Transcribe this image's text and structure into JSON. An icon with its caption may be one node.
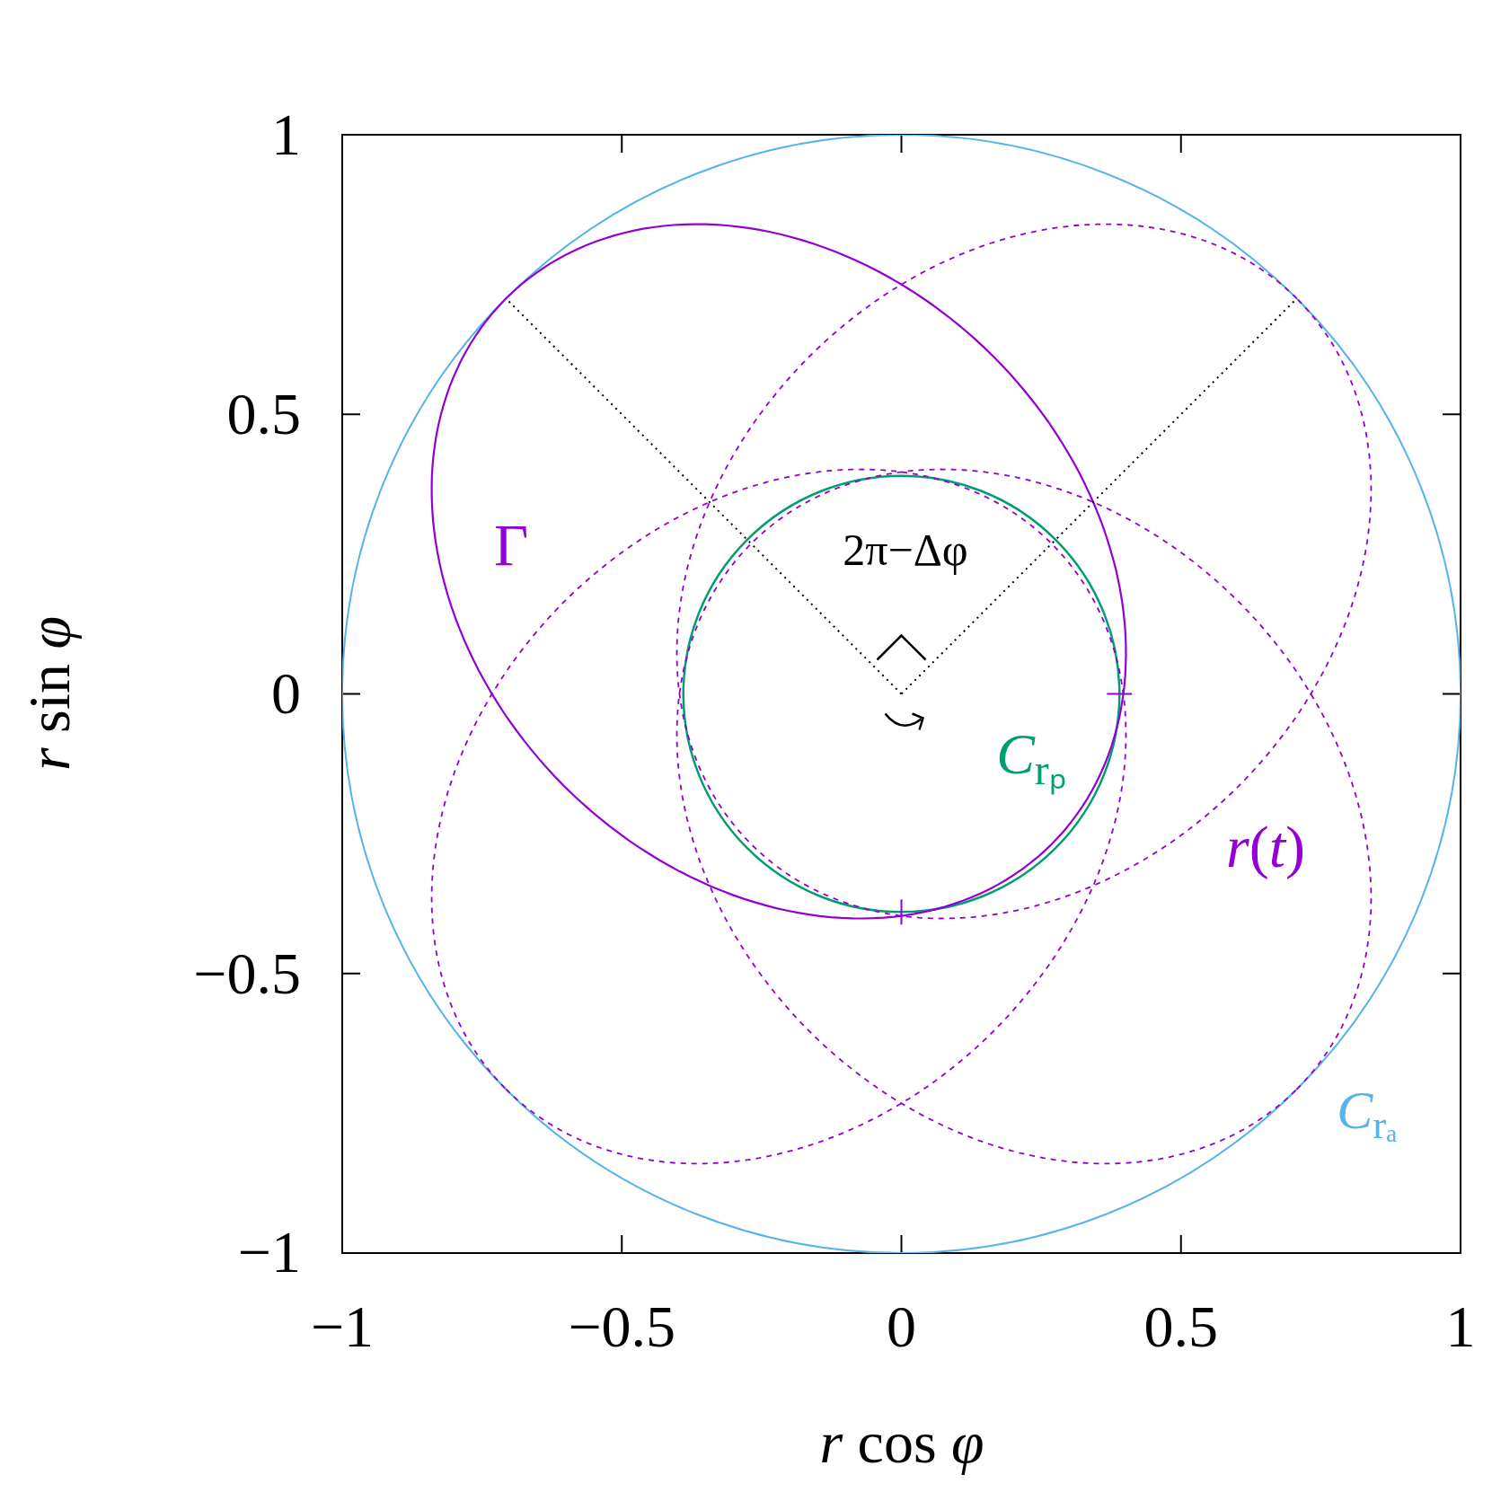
{
  "diagram": {
    "labels": [
      "1",
      "0.5",
      "0",
      "−0.5",
      "−1",
      "Γ",
      "2π−Δφ",
      "*r* sin *φ*",
      "*C*$_{rₚ}$",
      "*r*(*t*)",
      "*C*$_{rₐ}$",
      "−1",
      "−0.5",
      "0",
      "0.5",
      "1",
      "*r* cos *φ*"
    ]
  }
}
